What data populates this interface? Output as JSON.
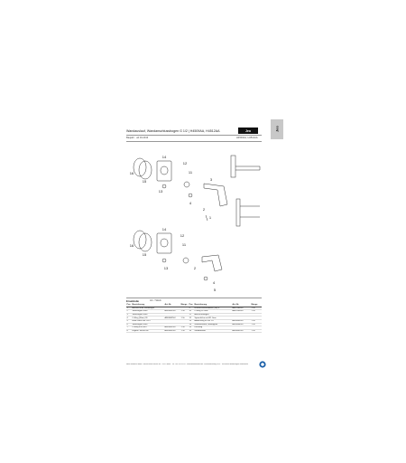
{
  "header": {
    "title": "Wandauslauf, Wandanschlussbogen G 1/2 | H4509AA, H4512AA",
    "brand": "Jeo",
    "side_tab": "Jeo",
    "meta_left": "Baujahr · ab 04.2013",
    "meta_right": "H4509AA, H4512AA"
  },
  "callouts_top": [
    "14",
    "16",
    "15",
    "13",
    "12",
    "11",
    "3",
    "4",
    "2",
    "1"
  ],
  "callouts_bottom": [
    "14",
    "16",
    "15",
    "13",
    "12",
    "11",
    "2",
    "4",
    "5"
  ],
  "parts_section": {
    "title": "Ersatzteile",
    "subtitle": "Art. / Stück",
    "columns": [
      "Pos.",
      "Bezeichnung",
      "Art.-Nr.",
      "Menge"
    ],
    "left_rows": [
      [
        "1",
        "Auslauf ohne Strahlregler",
        "",
        ""
      ],
      [
        "2",
        "Strahlregler Wien",
        "A963802NU",
        "1 St."
      ],
      [
        "3",
        "Strahlregler Wien",
        "",
        ""
      ],
      [
        "4",
        "O-Ring (Wien) 26",
        "A963802NU",
        "1 St."
      ],
      [
        "5",
        "Halb- Rohr Wd. 32/3",
        "",
        ""
      ],
      [
        "6",
        "Strahlregler Wien",
        "",
        ""
      ],
      [
        "7",
        "O-Ring 43/3,5x3",
        "A963802NU",
        "1 St."
      ],
      [
        "8",
        "Ergänz. Sicher mit",
        "A963802NU",
        "1 St."
      ]
    ],
    "right_rows": [
      [
        "9",
        "Rückflussverhinderer (Set) 5",
        "A861589NU",
        "1 St."
      ],
      [
        "10",
        "O-Ring 26 Satz",
        "A861590NU",
        "1 St."
      ],
      [
        "11",
        "Anschlussbogen",
        "",
        ""
      ],
      [
        "12",
        "Spannhülse mit Wf. Sem",
        "",
        ""
      ],
      [
        "13",
        "Abdeckung 60 DN 1/2",
        "A963803NU",
        "1 St."
      ],
      [
        "14",
        "Gefällerosette, montagefix",
        "A963804NU",
        "1 St."
      ],
      [
        "15",
        "Dichtung",
        "",
        ""
      ],
      [
        "16",
        "Wandrosette",
        "A963802NU",
        "1 St."
      ]
    ]
  },
  "footer": {
    "text": "Ideal Standard GmbH · Euskirchener Straße 80 · 53121 Bonn · Tel. +49 228 521-0 · www.idealstandard.de · Ersatzteilkatalog 2013 · Technische Änderungen vorbehalten"
  },
  "colors": {
    "line": "#333333",
    "tab": "#c8c8c8",
    "brand_bg": "#111111"
  }
}
